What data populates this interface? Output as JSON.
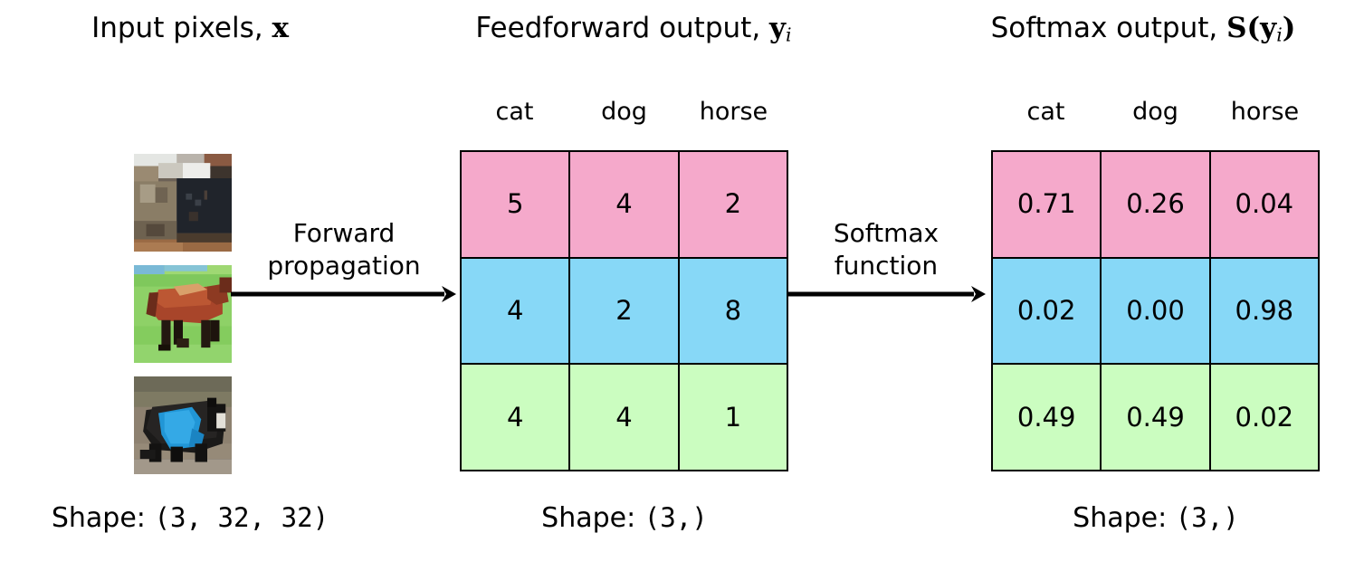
{
  "headers": {
    "input": {
      "text": "Input pixels, ",
      "symbol": "x"
    },
    "feedforward": {
      "text": "Feedforward output, ",
      "symbol": "y",
      "subscript": "i"
    },
    "softmax": {
      "text": "Softmax output, ",
      "symbol": "S",
      "open": "(",
      "vector": "y",
      "subscript": "i",
      "close": ")"
    }
  },
  "class_labels": [
    "cat",
    "dog",
    "horse"
  ],
  "row_colors": [
    "#f5a9cb",
    "#87d8f7",
    "#cbfdc0"
  ],
  "thumbnails": [
    {
      "name": "cat-thumbnail",
      "alt": "cat"
    },
    {
      "name": "horse-thumbnail",
      "alt": "horse"
    },
    {
      "name": "dog-thumbnail",
      "alt": "dog"
    }
  ],
  "arrows": [
    {
      "name": "forward-propagation-arrow",
      "line1": "Forward",
      "line2": "propagation"
    },
    {
      "name": "softmax-function-arrow",
      "line1": "Softmax",
      "line2": "function"
    }
  ],
  "logits_table": {
    "columns": [
      "cat",
      "dog",
      "horse"
    ],
    "rows": [
      [
        "5",
        "4",
        "2"
      ],
      [
        "4",
        "2",
        "8"
      ],
      [
        "4",
        "4",
        "1"
      ]
    ]
  },
  "softmax_table": {
    "columns": [
      "cat",
      "dog",
      "horse"
    ],
    "rows": [
      [
        "0.71",
        "0.26",
        "0.04"
      ],
      [
        "0.02",
        "0.00",
        "0.98"
      ],
      [
        "0.49",
        "0.49",
        "0.02"
      ]
    ]
  },
  "shapes": {
    "input": {
      "label": "Shape: ",
      "value": "(3, 32, 32)"
    },
    "logits": {
      "label": "Shape: ",
      "value": "(3,)"
    },
    "softmax": {
      "label": "Shape: ",
      "value": "(3,)"
    }
  }
}
